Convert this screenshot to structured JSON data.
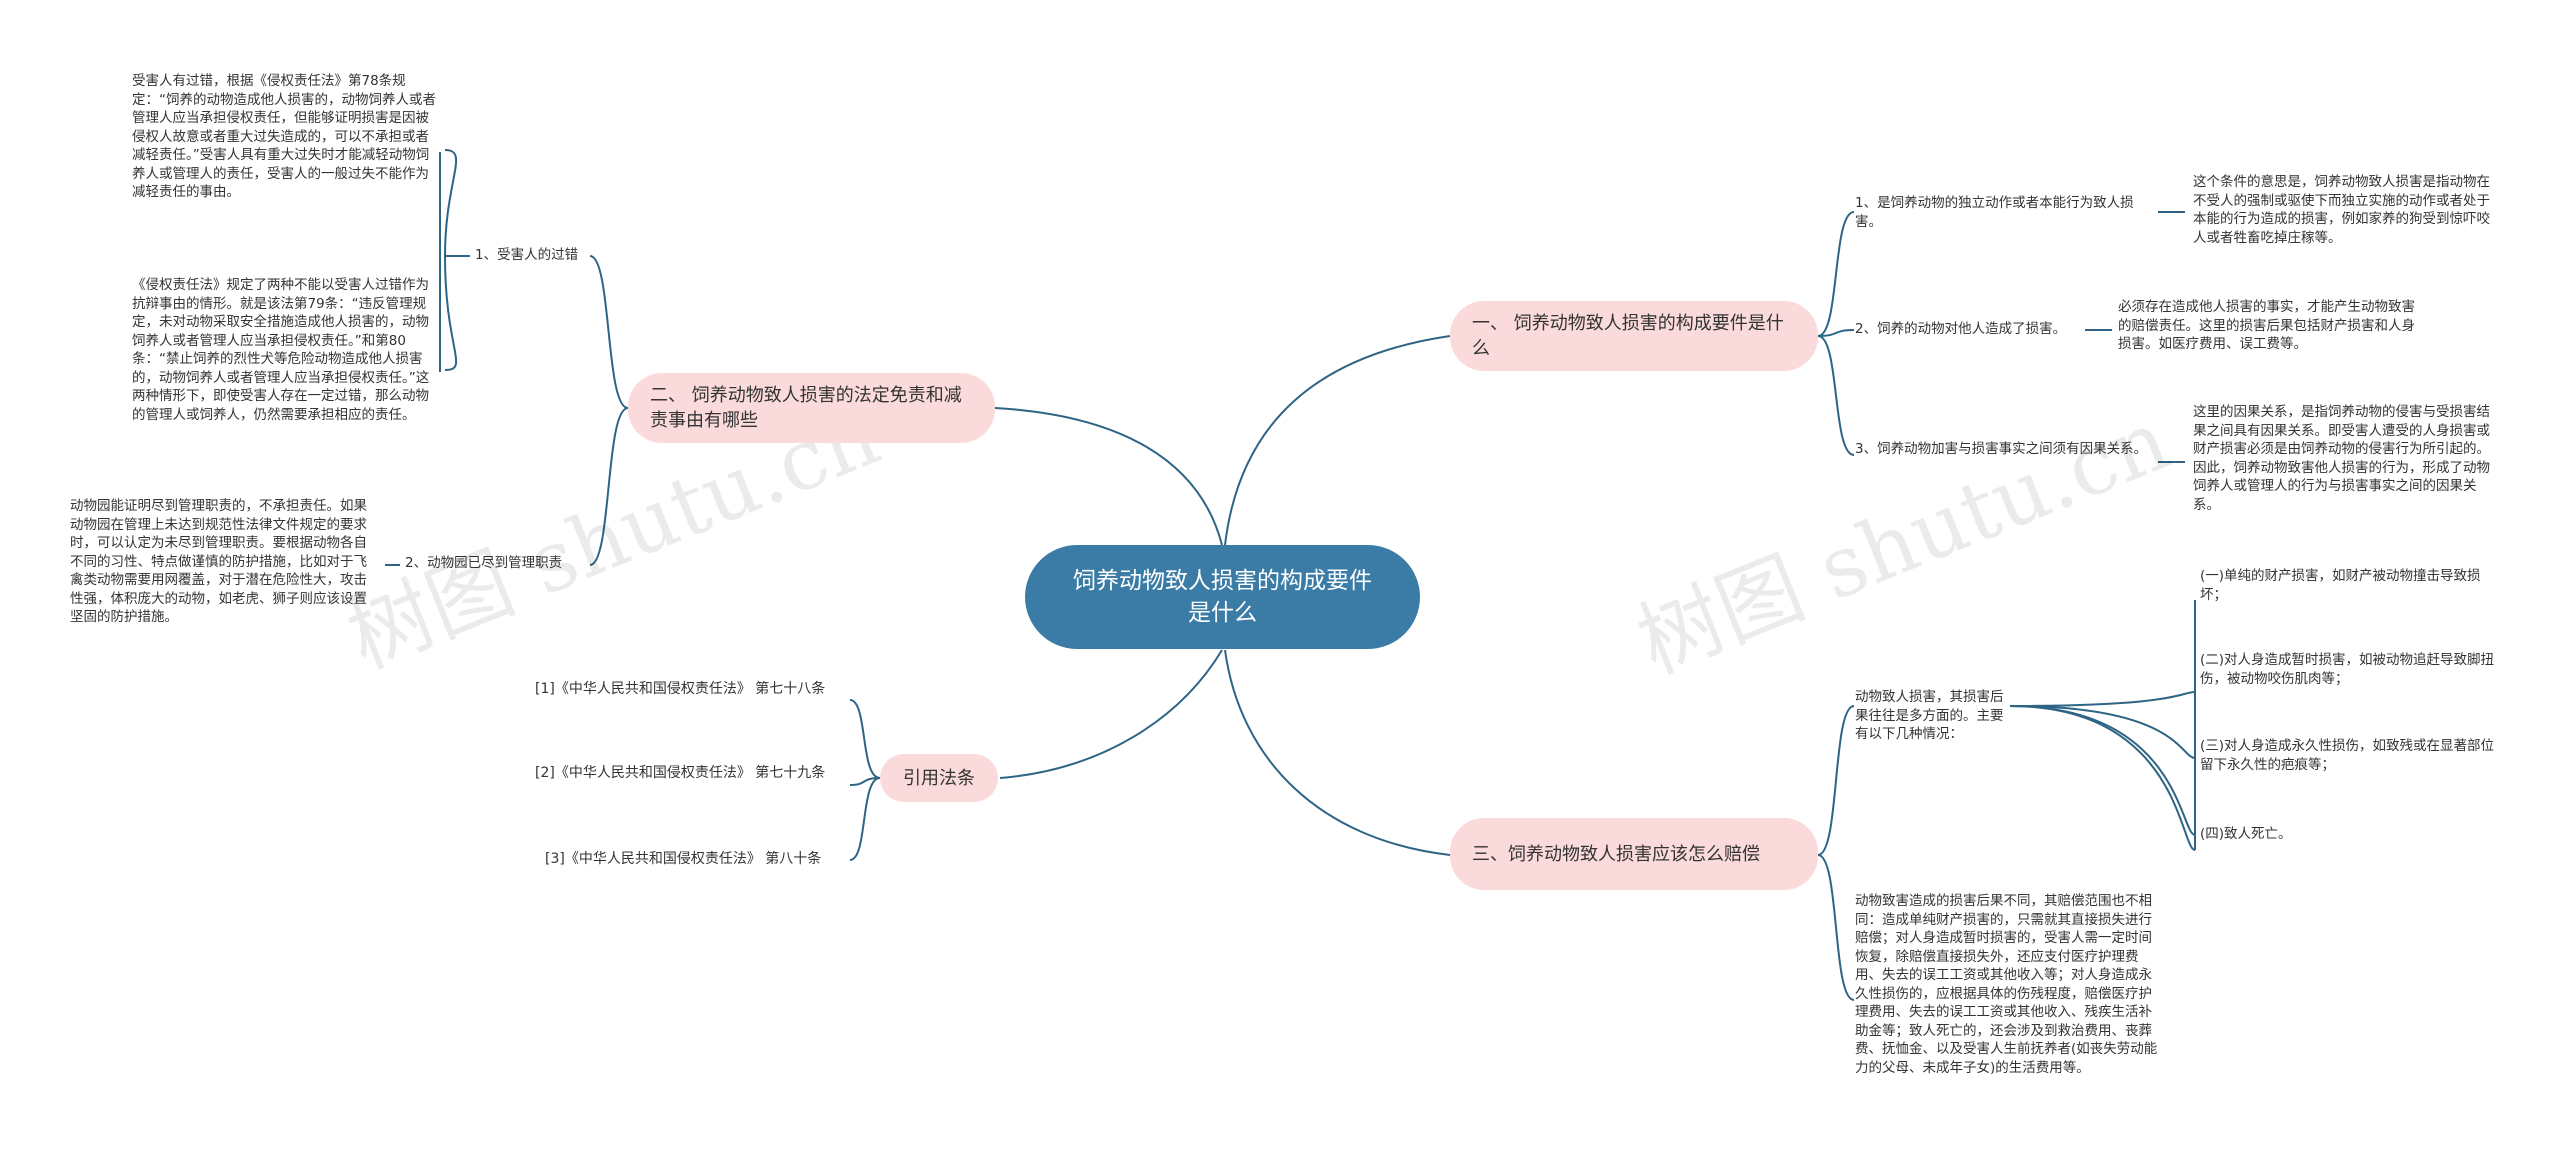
{
  "root": "饲养动物致人损害的构成要件是什么",
  "branches": {
    "b1": "一、 饲养动物致人损害的构成要件是什么",
    "b2": "二、 饲养动物致人损害的法定免责和减责事由有哪些",
    "b3": "三、饲养动物致人损害应该怎么赔偿",
    "b4": "引用法条"
  },
  "b1": {
    "c1": "1、是饲养动物的独立动作或者本能行为致人损害。",
    "c1_detail": "这个条件的意思是，饲养动物致人损害是指动物在不受人的强制或驱使下而独立实施的动作或者处于本能的行为造成的损害，例如家养的狗受到惊吓咬人或者牲畜吃掉庄稼等。",
    "c2": "2、饲养的动物对他人造成了损害。",
    "c2_detail": "必须存在造成他人损害的事实，才能产生动物致害的赔偿责任。这里的损害后果包括财产损害和人身损害。如医疗费用、误工费等。",
    "c3": "3、饲养动物加害与损害事实之间须有因果关系。",
    "c3_detail": "这里的因果关系，是指饲养动物的侵害与受损害结果之间具有因果关系。即受害人遭受的人身损害或财产损害必须是由饲养动物的侵害行为所引起的。因此，饲养动物致害他人损害的行为，形成了动物饲养人或管理人的行为与损害事实之间的因果关系。"
  },
  "b2": {
    "c1": "1、受害人的过错",
    "c1_detail1": "受害人有过错，根据《侵权责任法》第78条规定：“饲养的动物造成他人损害的，动物饲养人或者管理人应当承担侵权责任，但能够证明损害是因被侵权人故意或者重大过失造成的，可以不承担或者减轻责任。”受害人具有重大过失时才能减轻动物饲养人或管理人的责任，受害人的一般过失不能作为减轻责任的事由。",
    "c1_detail2": "《侵权责任法》规定了两种不能以受害人过错作为抗辩事由的情形。就是该法第79条：“违反管理规定，未对动物采取安全措施造成他人损害的，动物饲养人或者管理人应当承担侵权责任。”和第80条：“禁止饲养的烈性犬等危险动物造成他人损害的，动物饲养人或者管理人应当承担侵权责任。”这两种情形下，即使受害人存在一定过错，那么动物的管理人或饲养人，仍然需要承担相应的责任。",
    "c2": "2、动物园已尽到管理职责",
    "c2_detail": "动物园能证明尽到管理职责的，不承担责任。如果动物园在管理上未达到规范性法律文件规定的要求时，可以认定为未尽到管理职责。要根据动物各自不同的习性、特点做谨慎的防护措施，比如对于飞禽类动物需要用网覆盖，对于潜在危险性大，攻击性强，体积庞大的动物，如老虎、狮子则应该设置坚固的防护措施。"
  },
  "b3": {
    "c1": "动物致人损害，其损害后果往往是多方面的。主要有以下几种情况：",
    "items": [
      "(一)单纯的财产损害，如财产被动物撞击导致损坏；",
      "(二)对人身造成暂时损害，如被动物追赶导致脚扭伤，被动物咬伤肌肉等；",
      "(三)对人身造成永久性损伤，如致残或在显著部位留下永久性的疤痕等；",
      "(四)致人死亡。"
    ],
    "c2": "动物致害造成的损害后果不同，其赔偿范围也不相同：造成单纯财产损害的，只需就其直接损失进行赔偿；对人身造成暂时损害的，受害人需一定时间恢复，除赔偿直接损失外，还应支付医疗护理费用、失去的误工工资或其他收入等；对人身造成永久性损伤的，应根据具体的伤残程度，赔偿医疗护理费用、失去的误工工资或其他收入、残疾生活补助金等；致人死亡的，还会涉及到救治费用、丧葬费、抚恤金、以及受害人生前抚养者(如丧失劳动能力的父母、未成年子女)的生活费用等。"
  },
  "b4": {
    "refs": [
      "[1]《中华人民共和国侵权责任法》 第七十八条",
      "[2]《中华人民共和国侵权责任法》 第七十九条",
      "[3]《中华人民共和国侵权责任法》 第八十条"
    ]
  },
  "watermark": "树图 shutu.cn",
  "colors": {
    "root": "#3a7ca5",
    "branch": "#fadadb",
    "line": "#2e6485"
  }
}
